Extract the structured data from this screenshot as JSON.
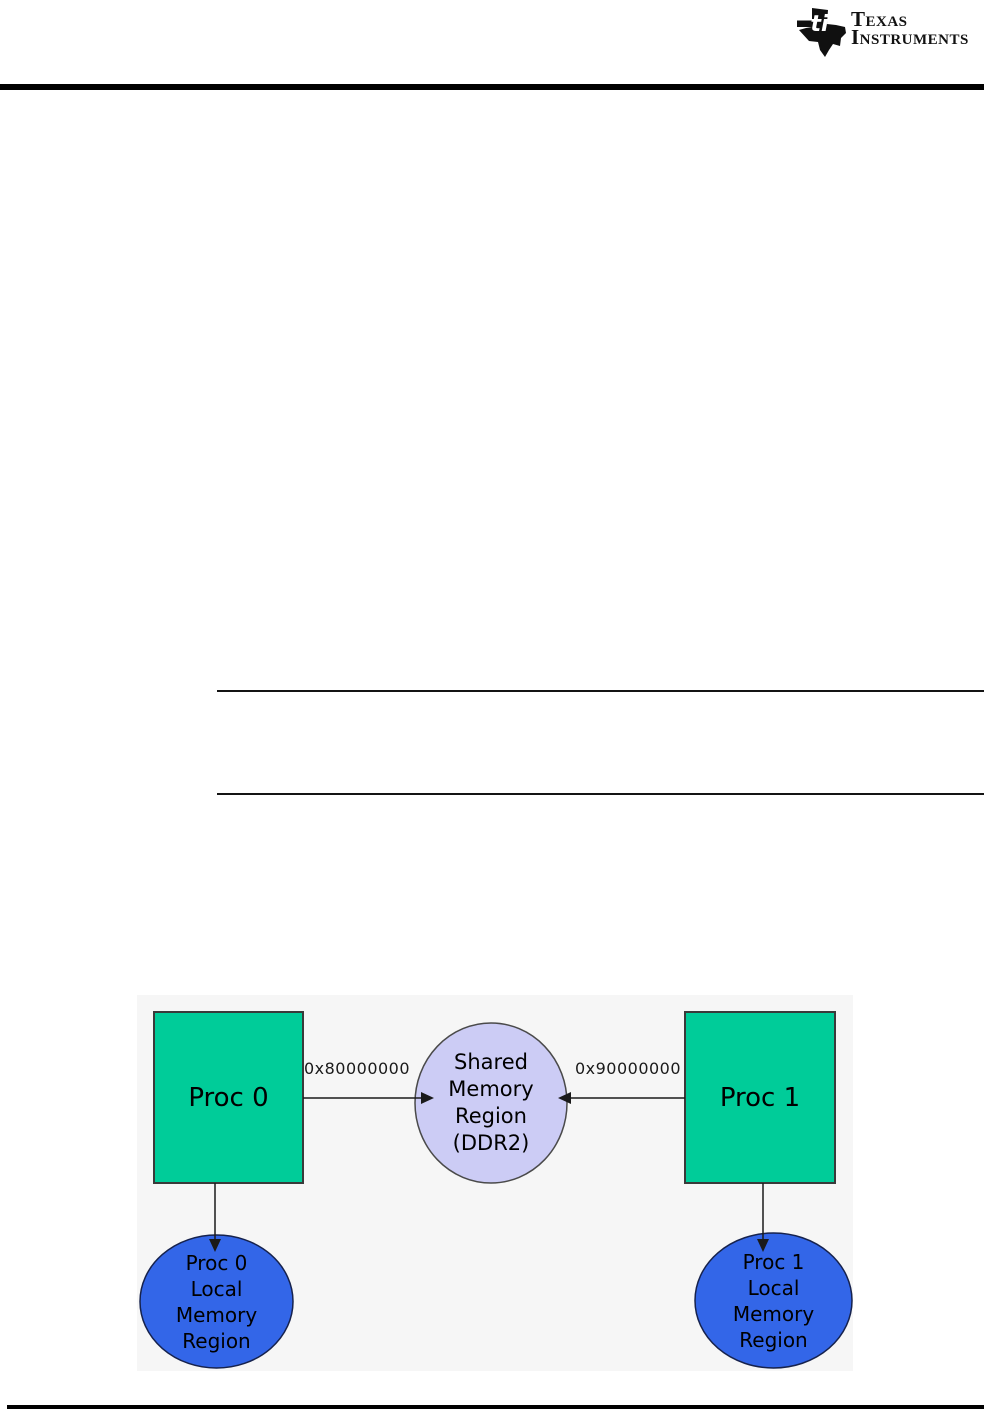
{
  "header": {
    "brand_line1": "Texas",
    "brand_line2": "Instruments"
  },
  "diagram": {
    "nodes": {
      "proc0": {
        "label": "Proc 0"
      },
      "proc1": {
        "label": "Proc 1"
      },
      "shared": {
        "lines": [
          "Shared",
          "Memory",
          "Region",
          "(DDR2)"
        ]
      },
      "proc0_local": {
        "lines": [
          "Proc 0",
          "Local",
          "Memory",
          "Region"
        ]
      },
      "proc1_local": {
        "lines": [
          "Proc 1",
          "Local",
          "Memory",
          "Region"
        ]
      }
    },
    "edges": {
      "proc0_to_shared": {
        "label": "0x80000000"
      },
      "proc1_to_shared": {
        "label": "0x90000000"
      }
    },
    "colors": {
      "proc_fill": "#00cc99",
      "shared_fill": "#ccccf5",
      "local_fill": "#3366e8"
    }
  }
}
